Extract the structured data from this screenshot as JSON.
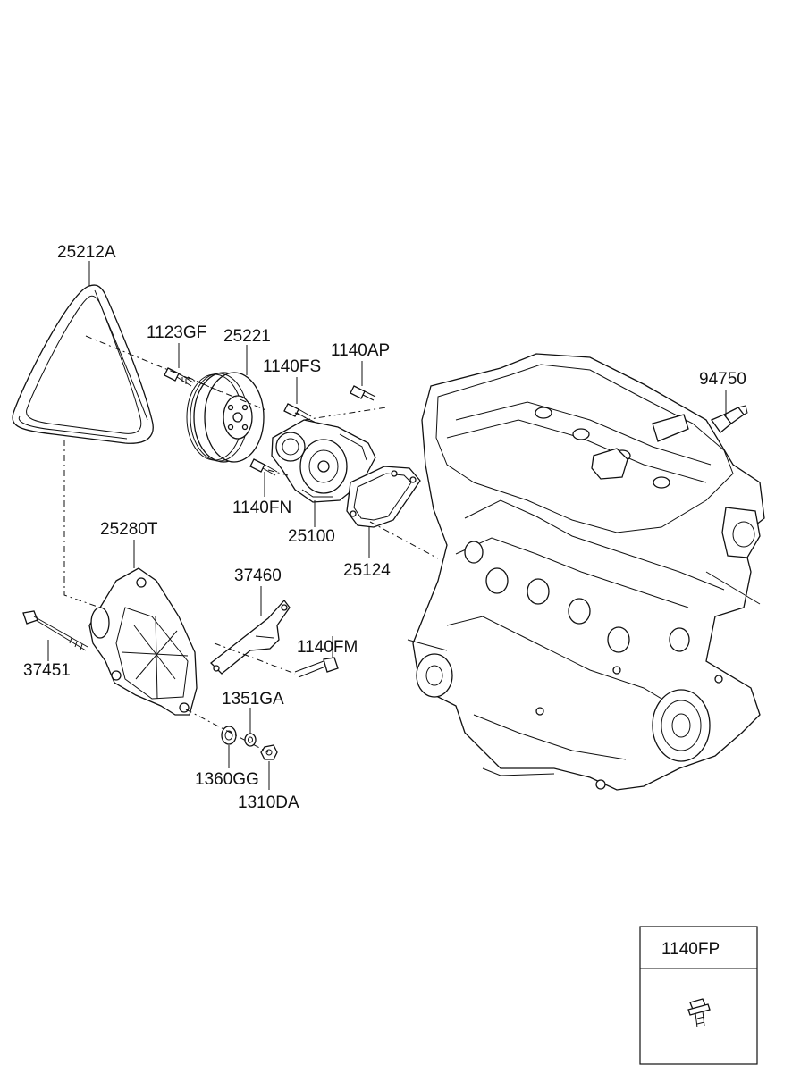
{
  "labels": {
    "belt": "25212A",
    "bolt_1123gf": "1123GF",
    "pulley": "25221",
    "bolt_1140fs": "1140FS",
    "bolt_1140ap": "1140AP",
    "sensor": "94750",
    "bolt_1140fn": "1140FN",
    "pump": "25100",
    "gasket": "25124",
    "bracket_25280t": "25280T",
    "bracket_37460": "37460",
    "long_bolt": "37451",
    "bolt_1140fm": "1140FM",
    "washer_1351ga": "1351GA",
    "nut_1360gg": "1360GG",
    "nut_1310da": "1310DA"
  },
  "legend": {
    "title": "1140FP"
  }
}
